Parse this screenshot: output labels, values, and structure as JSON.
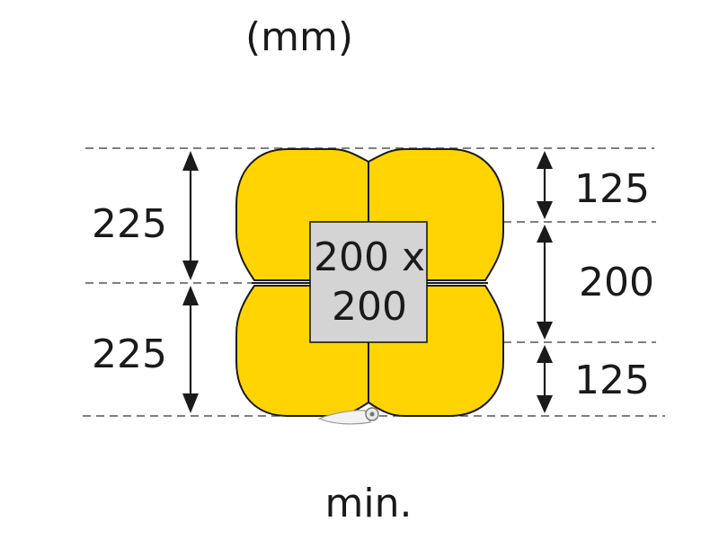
{
  "header": {
    "unit_label": "(mm)"
  },
  "footer": {
    "note_label": "min."
  },
  "left_dimensions": {
    "upper": "225",
    "lower": "225"
  },
  "right_dimensions": {
    "top": "125",
    "middle": "200",
    "bottom": "125"
  },
  "center_box": {
    "line1": "200 x",
    "line2": "200"
  },
  "colors": {
    "guard": "#ffd400",
    "center": "#d4d4d4",
    "ink": "#1a1a1a"
  },
  "icons": {
    "fastener": "hinge-clip-icon"
  }
}
